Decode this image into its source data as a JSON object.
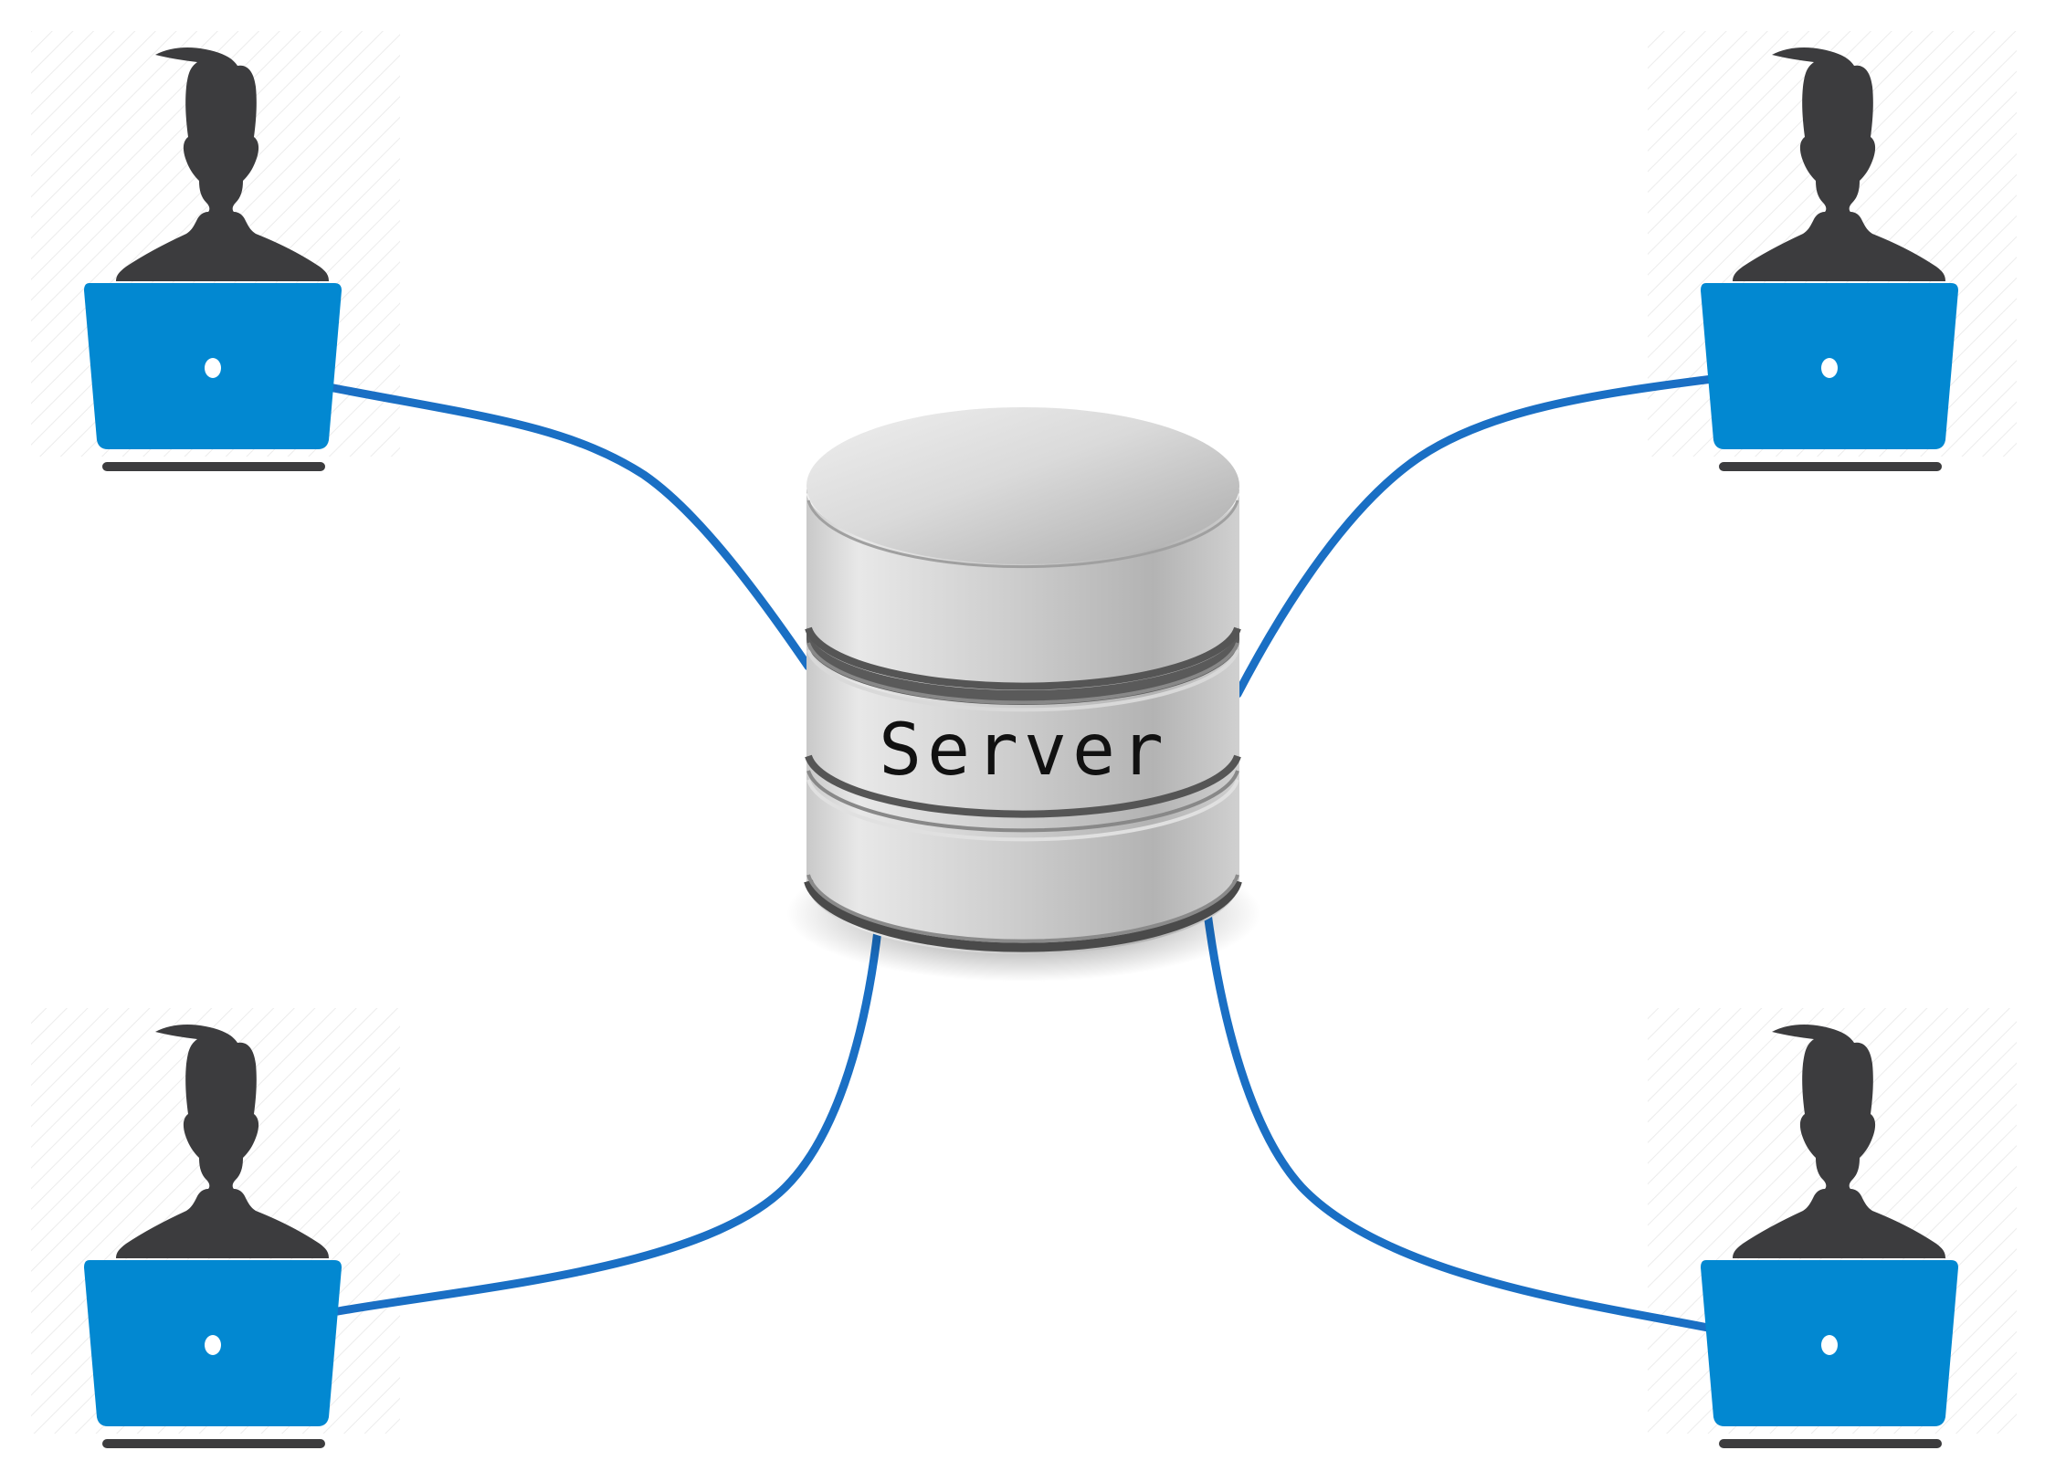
{
  "diagram": {
    "server": {
      "label": "Server",
      "icon": "database-cylinder-icon"
    },
    "clients": [
      {
        "position": "top-left",
        "icon": "user-laptop-icon"
      },
      {
        "position": "top-right",
        "icon": "user-laptop-icon"
      },
      {
        "position": "bottom-left",
        "icon": "user-laptop-icon"
      },
      {
        "position": "bottom-right",
        "icon": "user-laptop-icon"
      }
    ],
    "colors": {
      "connection": "#1a6fc4",
      "laptop": "#0288d1",
      "person": "#3c3c3e",
      "laptop_base": "#3c3c3e",
      "cylinder_light": "#e6e6e6",
      "cylinder_mid": "#b9b9b9",
      "cylinder_dark": "#555555"
    }
  }
}
